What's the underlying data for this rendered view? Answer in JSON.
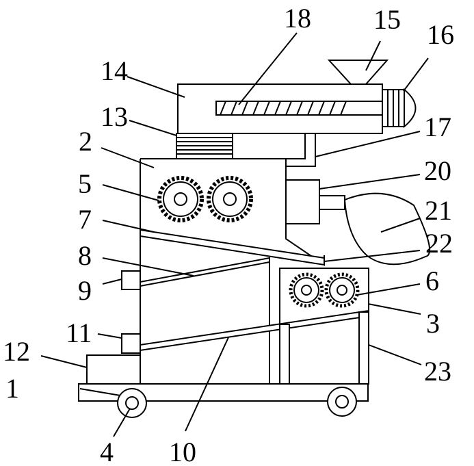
{
  "labels": {
    "l1": "1",
    "l2": "2",
    "l3": "3",
    "l4": "4",
    "l5": "5",
    "l6": "6",
    "l7": "7",
    "l8": "8",
    "l9": "9",
    "l10": "10",
    "l11": "11",
    "l12": "12",
    "l13": "13",
    "l14": "14",
    "l15": "15",
    "l16": "16",
    "l17": "17",
    "l18": "18",
    "l20": "20",
    "l21": "21",
    "l22": "22",
    "l23": "23"
  },
  "colors": {
    "stroke": "#000000",
    "background": "#ffffff"
  }
}
